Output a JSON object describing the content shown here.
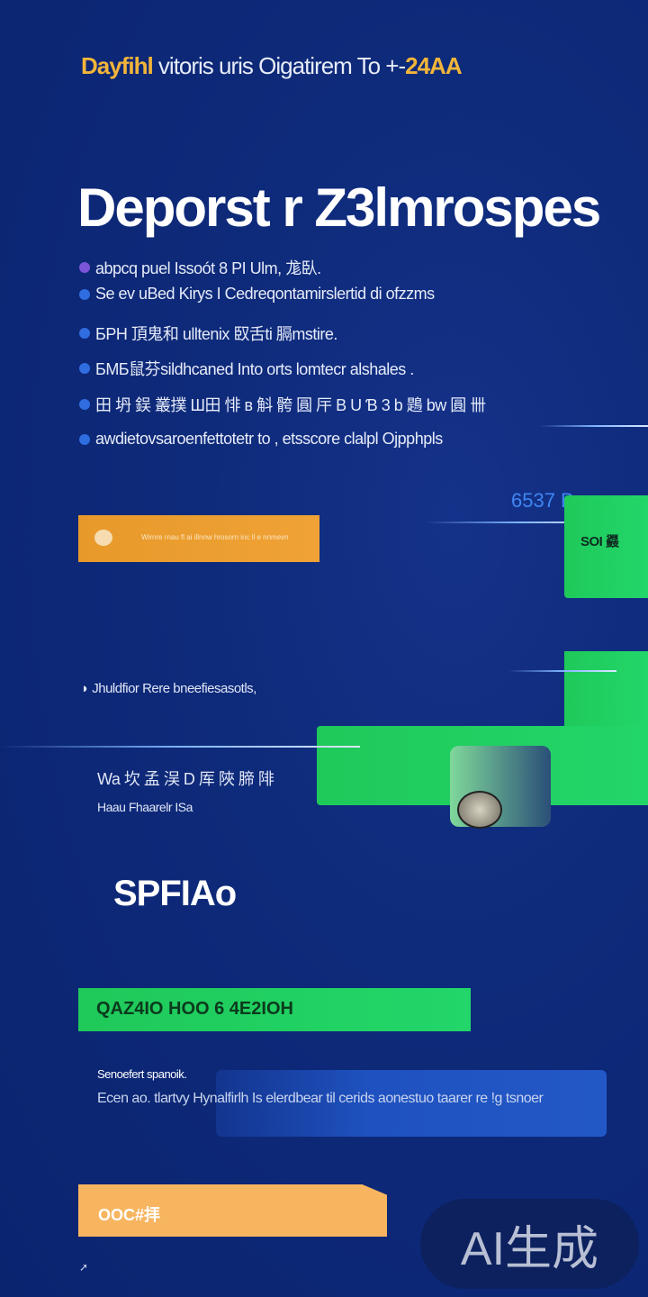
{
  "header": {
    "brand": "Dayfihl",
    "tagline": " vitoris uris Oigatirem To +-",
    "code": "24AA"
  },
  "title": "Deporst r Z3lmrospes",
  "bullets": [
    "abpcq puel Issoót 8 PI Ulm, 尨臥.",
    "Se ev uBed Kirys I Cedreqontamirslertid di ofzzms",
    "БРН 頂鬼和 ulltenix 臤舌ti 膈mstire.",
    "БМБ鼠芬sildhcaned Into orts lomtecr alshales .",
    "田 坍 鋘 叢撲 Ш田 悱 в 斛 骻 圓 厈 B U Ɓ 3 b 鶗 bw 圓 卌",
    "awdietovsaroenfettotetr to , etsscore clalpl Ojpphpls"
  ],
  "promo_banner": {
    "text": "Wirnre rnau fl ai illnnw hrosorn inc ll e nnmevn"
  },
  "stat_value": "6537 B",
  "green_card_label": "SOI 鼝",
  "section_note": "Jhuldfior Rere bneefiesasotls,",
  "section_heading": "Wa 坎 孟 洖 D 厍 陜 腣 陫",
  "section_sub": "Haau Fhaarelr ISa",
  "brand_logo": "SPFIAo",
  "cta_green": "QAZ4IO HOO 6 4E2IOH",
  "info": {
    "title": "Senoefert spanoik.",
    "body": "Ecen ao. tlartvy Hynalfirlh Is elerdbear til cerids aonestuo taarer re !g tsnoer"
  },
  "cta_orange": "OOC#拝",
  "watermark": "AI生成",
  "colors": {
    "background": "#0e2a7a",
    "accent_green": "#22d36a",
    "accent_orange": "#f0a236",
    "accent_yellow": "#f2b53a"
  }
}
